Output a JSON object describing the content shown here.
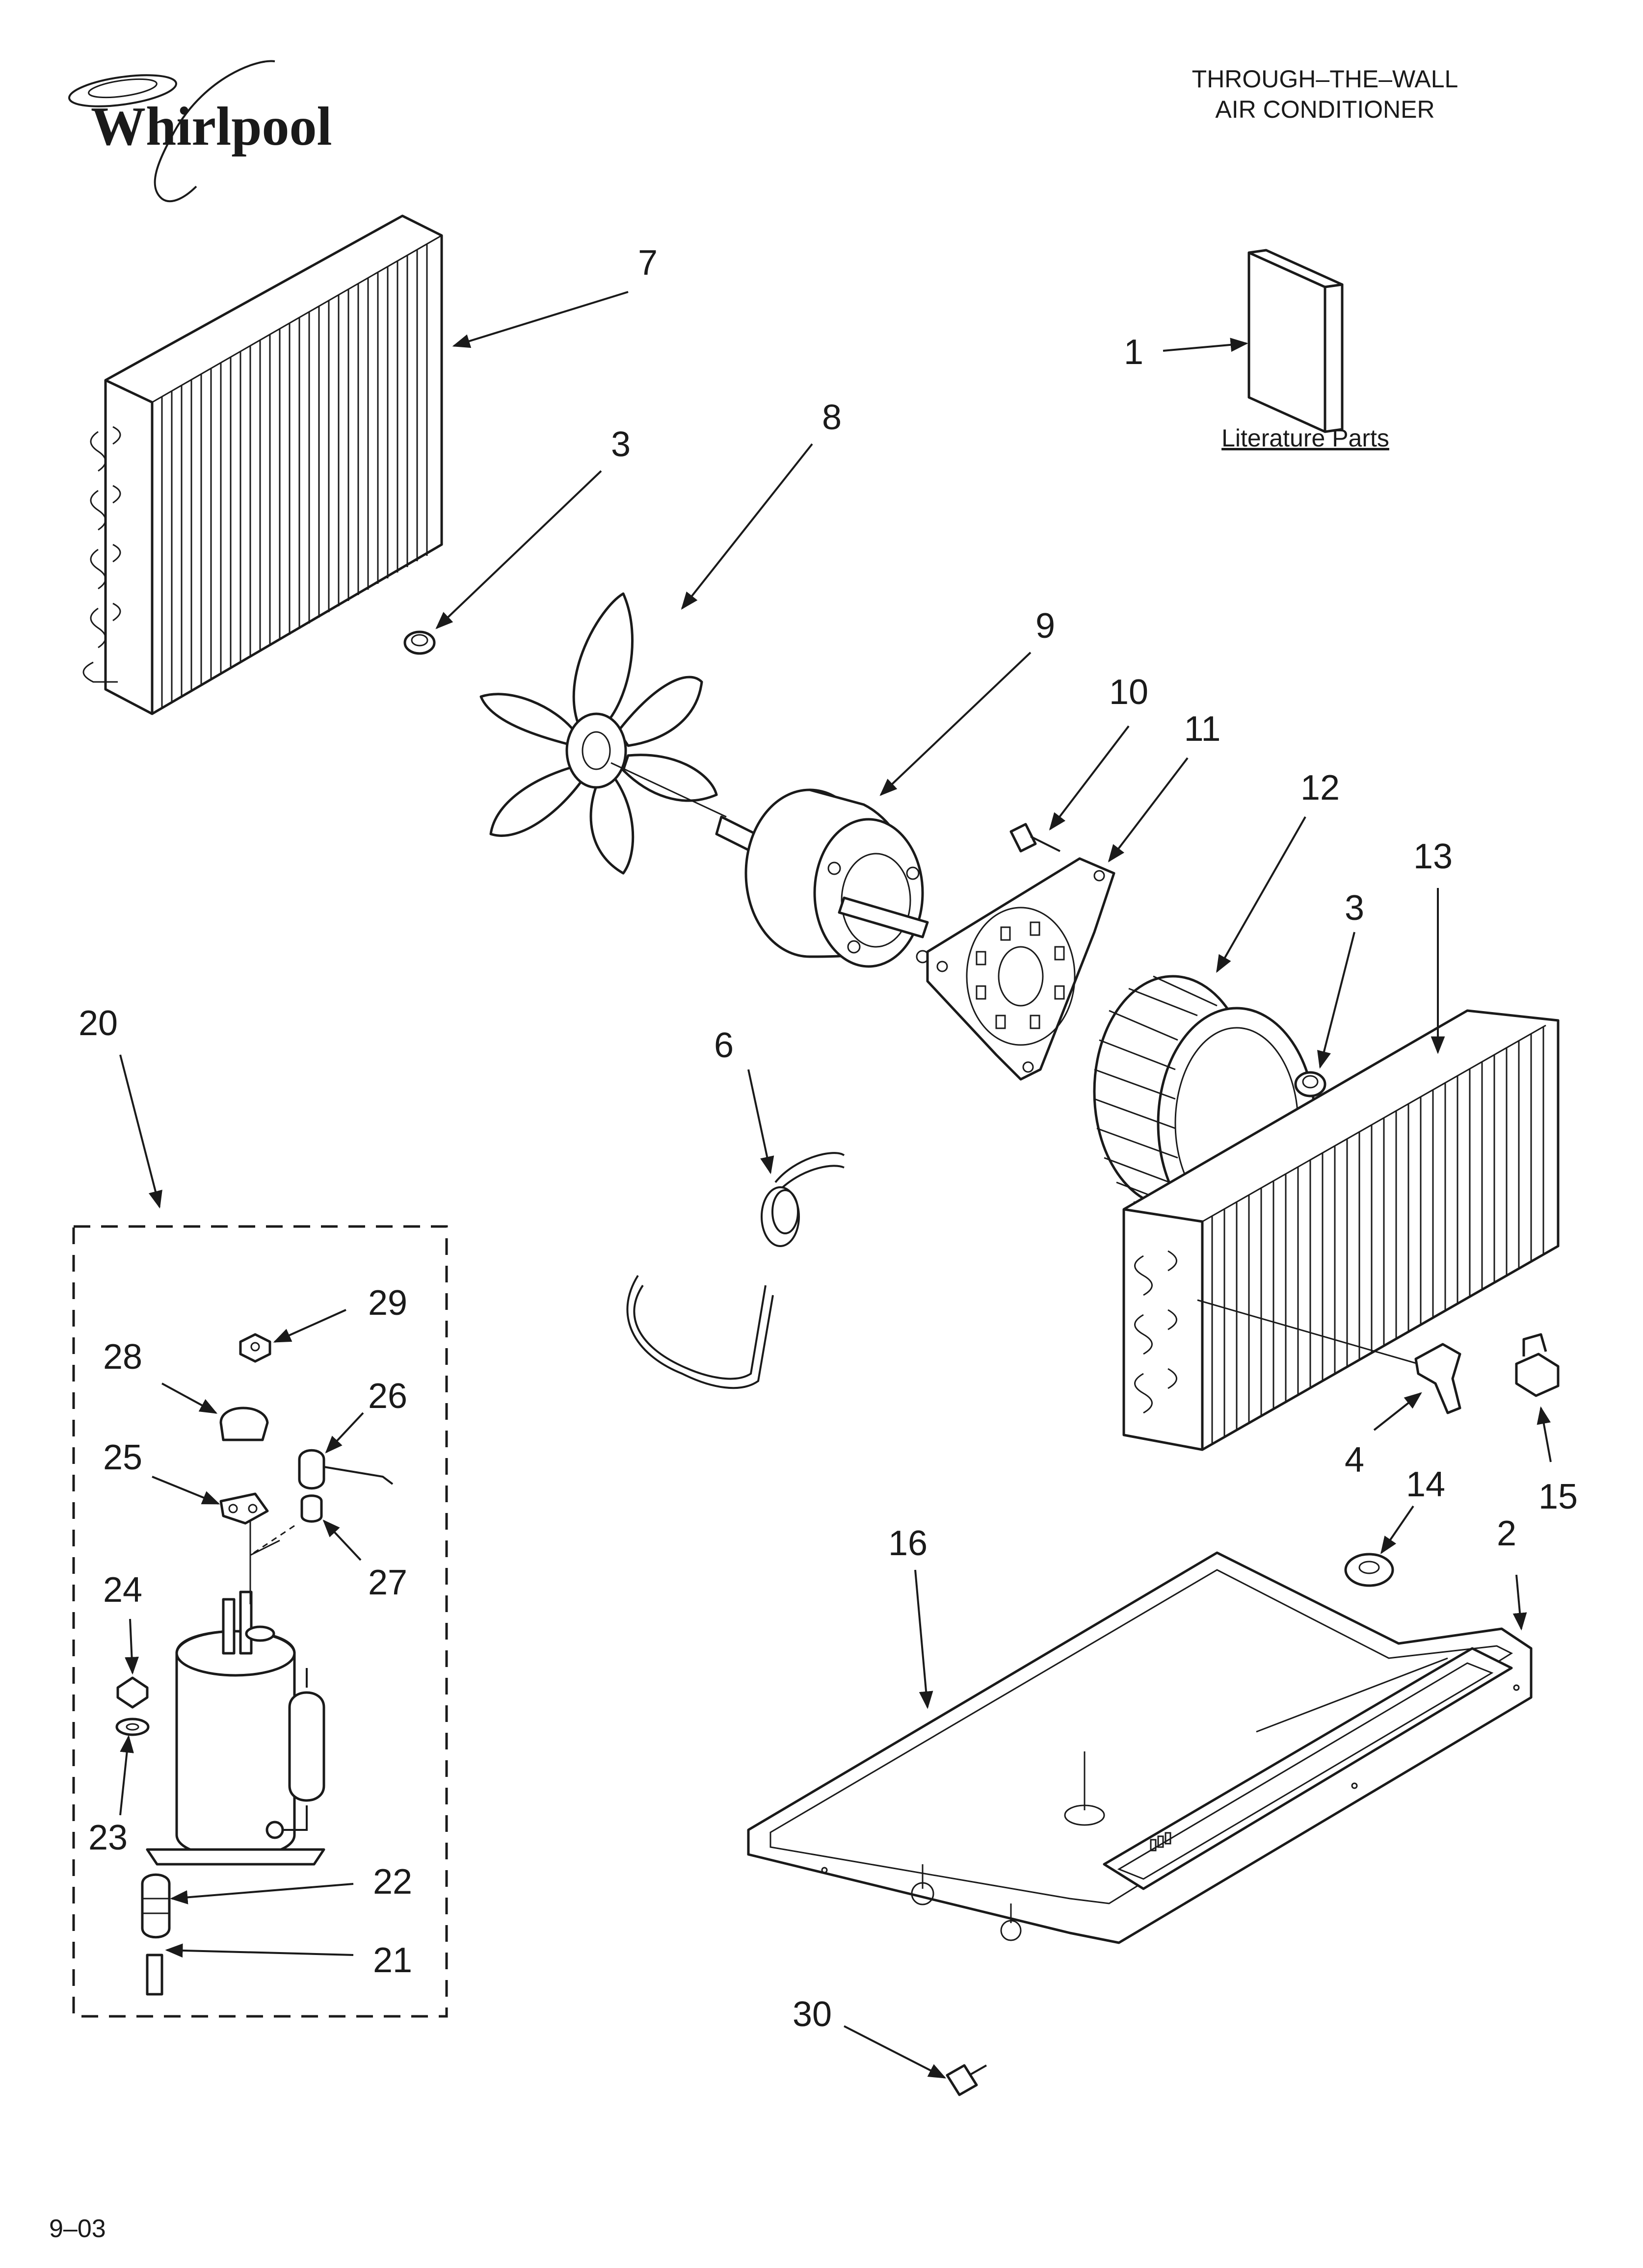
{
  "brand": {
    "logo_text": "Whirlpool"
  },
  "header": {
    "title_line1": "THROUGH–THE–WALL",
    "title_line2": "AIR CONDITIONER"
  },
  "literature": {
    "label": "Literature Parts"
  },
  "footer": {
    "date_code": "9–03"
  },
  "callouts": {
    "p1": "1",
    "p2": "2",
    "p3a": "3",
    "p3b": "3",
    "p4": "4",
    "p6": "6",
    "p7": "7",
    "p8": "8",
    "p9": "9",
    "p10": "10",
    "p11": "11",
    "p12": "12",
    "p13": "13",
    "p14": "14",
    "p15": "15",
    "p16": "16",
    "p20": "20",
    "p21": "21",
    "p22": "22",
    "p23": "23",
    "p24": "24",
    "p25": "25",
    "p26": "26",
    "p27": "27",
    "p28": "28",
    "p29": "29",
    "p30": "30"
  }
}
